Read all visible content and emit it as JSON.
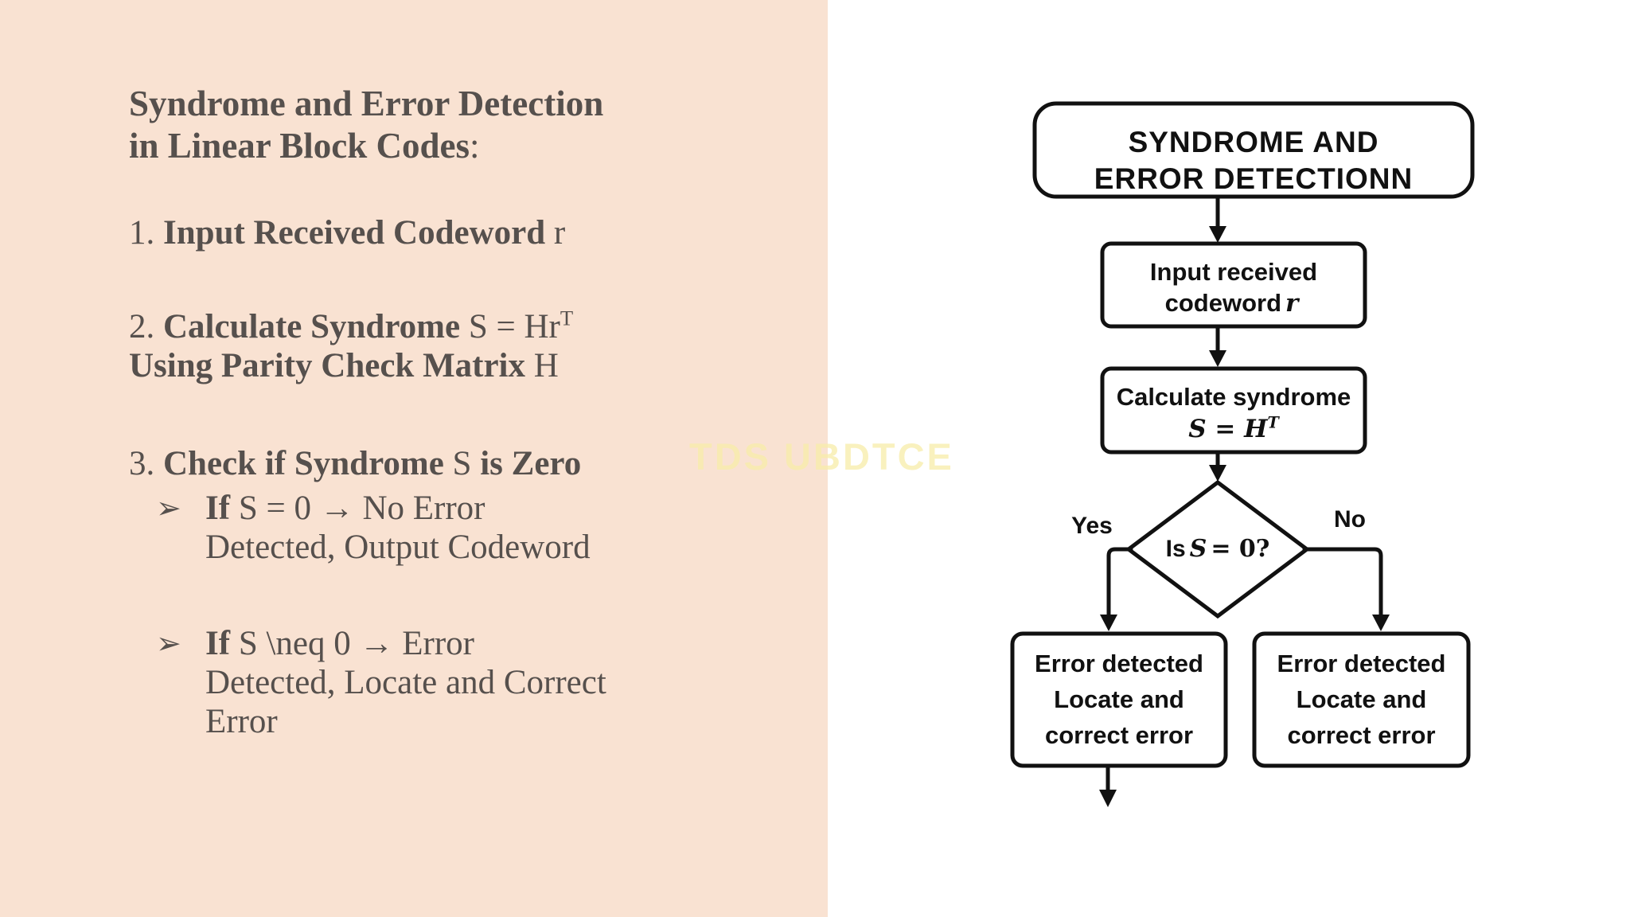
{
  "left_panel": {
    "title": {
      "line1": "Syndrome and Error Detection",
      "line2": "in Linear Block Codes",
      "colon": ":"
    },
    "item1": {
      "num": "1. ",
      "bold": "Input Received Codeword",
      "tail": " r"
    },
    "item2": {
      "num": "2. ",
      "bold": "Calculate Syndrome",
      "mid": " S = Hr",
      "sup": "T",
      "line2_bold": "Using Parity Check Matrix",
      "line2_tail": " H"
    },
    "item3": {
      "num": "3. ",
      "bold1": "Check if Syndrome",
      "mid": " S ",
      "bold2": "is Zero"
    },
    "bullet1": {
      "marker": "➢",
      "if_word": "If",
      "line1": " S = 0 → No Error",
      "line2": "Detected, Output Codeword"
    },
    "bullet2": {
      "marker": "➢",
      "if_word": "If",
      "line1": " S \\neq 0 → Error",
      "line2": "Detected, Locate and Correct",
      "line3": "Error"
    }
  },
  "watermark": {
    "text": "TDS UBDTCE"
  },
  "flowchart": {
    "title": {
      "line1": "SYNDROME AND",
      "line2": "ERROR DETECTIONN"
    },
    "input_box": {
      "line1": "Input received",
      "line2_text": "codeword",
      "var": "r"
    },
    "calc_box": {
      "line1": "Calculate syndrome",
      "formula_base": "S = H",
      "formula_sup": "T"
    },
    "decision": {
      "prefix": "Is",
      "var": "S",
      "rest": "= 0?"
    },
    "yes_label": "Yes",
    "no_label": "No",
    "left_box": {
      "line1": "Error detected",
      "line2": "Locate and",
      "line3": "correct error"
    },
    "right_box": {
      "line1": "Error detected",
      "line2": "Locate and",
      "line3": "correct error"
    }
  },
  "colors": {
    "panel_peach": "#f9e2d2",
    "left_text": "#56504d",
    "watermark_yellow": "#f8eda9",
    "flow_line": "#111111",
    "node_fill": "#ffffff"
  }
}
